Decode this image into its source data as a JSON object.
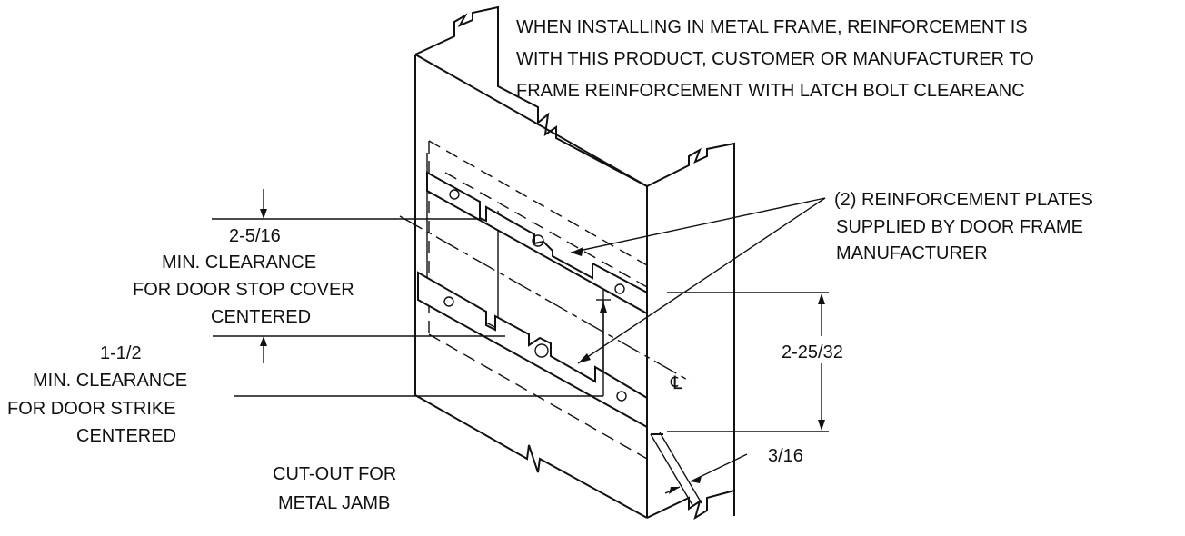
{
  "note": {
    "line1": "WHEN INSTALLING IN METAL FRAME, REINFORCEMENT IS",
    "line2": "WITH THIS PRODUCT, CUSTOMER OR MANUFACTURER TO",
    "line3": "FRAME REINFORCEMENT WITH LATCH BOLT CLEAREANC"
  },
  "plates_label": {
    "line1": "(2) REINFORCEMENT PLATES",
    "line2": "SUPPLIED BY DOOR FRAME",
    "line3": "MANUFACTURER"
  },
  "stop_clearance": {
    "dim": "2-5/16",
    "line1": "MIN. CLEARANCE",
    "line2": "FOR DOOR STOP COVER",
    "line3": "CENTERED"
  },
  "strike_clearance": {
    "dim": "1-1/2",
    "line1": "MIN. CLEARANCE",
    "line2": "FOR DOOR STRIKE",
    "line3": "CENTERED"
  },
  "height_dim": "2-25/32",
  "offset_dim": "3/16",
  "cutout_label": {
    "line1": "CUT-OUT FOR",
    "line2": "METAL JAMB"
  },
  "centerline_symbol": "℄"
}
